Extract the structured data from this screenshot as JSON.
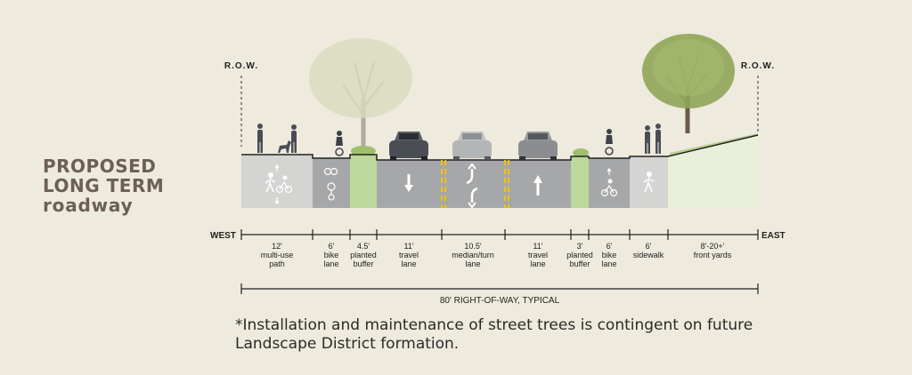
{
  "title": {
    "line1": "PROPOSED",
    "line2": "LONG TERM",
    "line3": "roadway"
  },
  "row_left": "R.O.W.",
  "row_right": "R.O.W.",
  "direction_west": "WEST",
  "direction_east": "EAST",
  "segments": [
    {
      "width": "12'",
      "label1": "multi-use",
      "label2": "path"
    },
    {
      "width": "6'",
      "label1": "bike",
      "label2": "lane"
    },
    {
      "width": "4.5'",
      "label1": "planted",
      "label2": "buffer"
    },
    {
      "width": "11'",
      "label1": "travel",
      "label2": "lane"
    },
    {
      "width": "10.5'",
      "label1": "median/turn",
      "label2": "lane"
    },
    {
      "width": "11'",
      "label1": "travel",
      "label2": "lane"
    },
    {
      "width": "3'",
      "label1": "planted",
      "label2": "buffer"
    },
    {
      "width": "6'",
      "label1": "bike",
      "label2": "lane"
    },
    {
      "width": "6'",
      "label1": "sidewalk",
      "label2": ""
    },
    {
      "width": "8'-20+'",
      "label1": "front yards",
      "label2": ""
    }
  ],
  "right_of_way_label": "80' RIGHT-OF-WAY, TYPICAL",
  "footnote": "*Installation and maintenance of street trees is contingent on future Landscape District formation.",
  "colors": {
    "background": "#eeeadd",
    "pavement": "#a6a7a9",
    "sidewalk": "#d4d4d2",
    "planted": "#bcd89a",
    "front_yard": "#e9efd9",
    "median_line": "#f2c300",
    "title": "#6b6053"
  }
}
